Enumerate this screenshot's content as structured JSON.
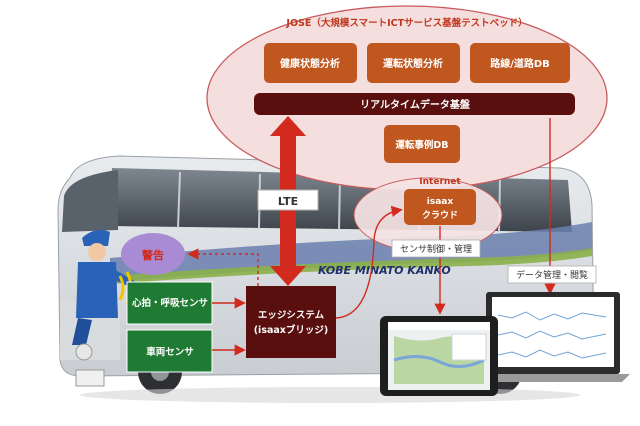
{
  "jose": {
    "title": "JOSE（大規模スマートICTサービス基盤テストベッド）",
    "modules": [
      "健康状態分析",
      "運転状態分析",
      "路線/道路DB"
    ],
    "platform": "リアルタイムデータ基盤",
    "case_db": "運転事例DB"
  },
  "internet": {
    "label": "Internet",
    "cloud_line1": "isaax",
    "cloud_line2": "クラウド"
  },
  "lte": {
    "label": "LTE"
  },
  "alert": {
    "label": "警告"
  },
  "sensors": {
    "heart": "心拍・呼吸センサ",
    "vehicle": "車両センサ"
  },
  "edge": {
    "line1": "エッジシステム",
    "line2": "(isaaxブリッジ)"
  },
  "flows": {
    "sensor_control": "センサ制御・管理",
    "data_manage": "データ管理・閲覧"
  },
  "bus": {
    "brand": "KOBE MINATO KANKO"
  },
  "colors": {
    "orange": "#c0571f",
    "dark_red": "#5a0f0f",
    "arrow_red": "#d22a1e",
    "ellipse_stroke": "#c95a5a",
    "ellipse_fill": "#f4dede",
    "green": "#1f7a33",
    "alert_fill": "#a88bd3"
  }
}
